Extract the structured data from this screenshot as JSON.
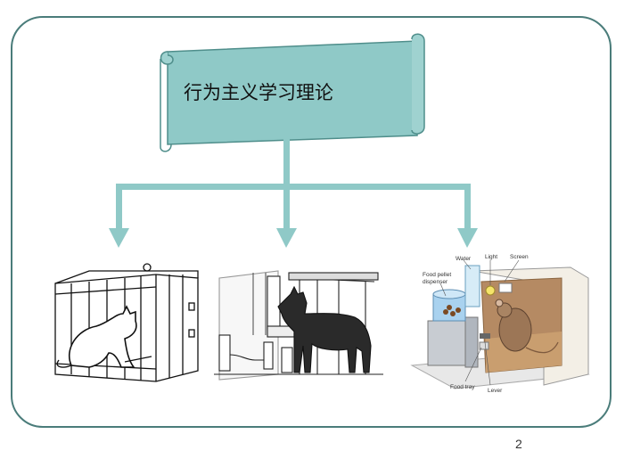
{
  "title": "行为主义学习理论",
  "page_number": "2",
  "colors": {
    "accent": "#8fc9c7",
    "accent_dark": "#4f8e8b",
    "frame": "#4a7c7a"
  },
  "skinner_labels": {
    "water": "Water",
    "light": "Light",
    "screen": "Screen",
    "dispenser": "Food pellet dispenser",
    "food_tray": "Food tray",
    "lever": "Lever"
  }
}
